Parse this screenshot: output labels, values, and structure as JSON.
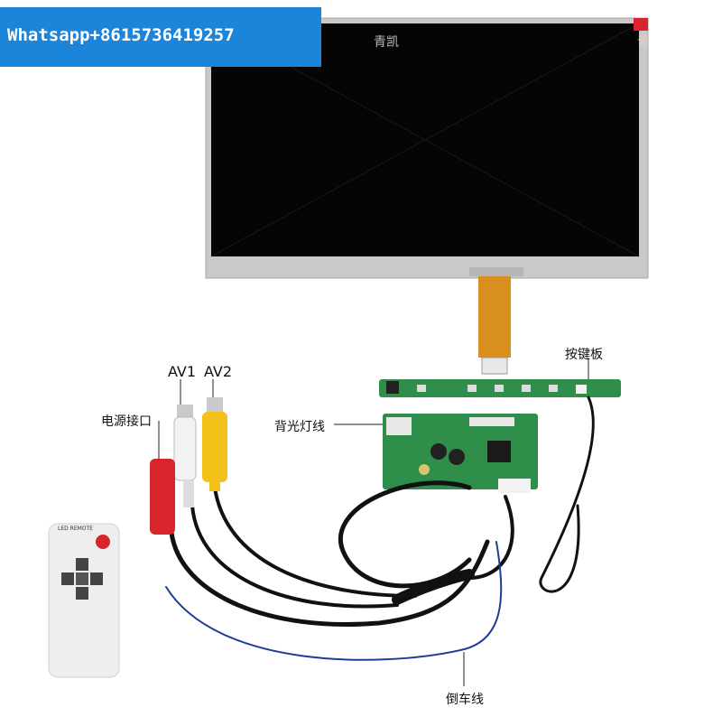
{
  "banner": {
    "text": "Whatsapp+8615736419257"
  },
  "labels": {
    "av1": "AV1",
    "av2": "AV2",
    "power": "电源接口",
    "backlight": "背光灯线",
    "keypad": "按键板",
    "reverse": "倒车线"
  },
  "watermarks": {
    "top": "青凯",
    "corner": "青"
  },
  "remote": {
    "label": "LED REMOTE"
  },
  "colors": {
    "banner": "#1c84d9",
    "screen": "#050505",
    "frame": "#c9c9c9",
    "pcb": "#2f8f4a",
    "rca_red": "#d8252b",
    "rca_white": "#f2f2f2",
    "rca_yellow": "#f2c21a",
    "flex_cable": "#d9901e",
    "reverse_wire": "#1f3c9a"
  }
}
